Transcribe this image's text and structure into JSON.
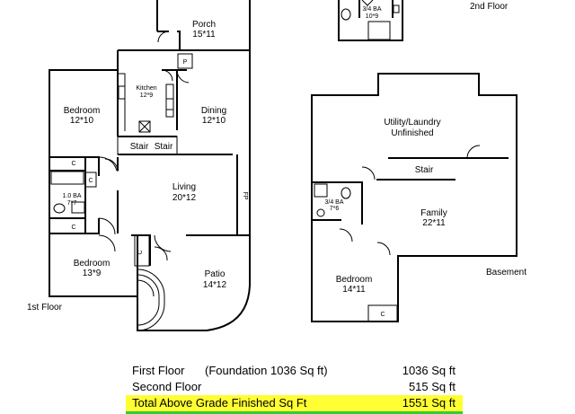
{
  "first_floor": {
    "label": "1st Floor",
    "rooms": {
      "porch": {
        "name": "Porch",
        "dim": "15*11"
      },
      "bedroom1": {
        "name": "Bedroom",
        "dim": "12*10"
      },
      "kitchen": {
        "name": "Kitchen",
        "dim": "12*9"
      },
      "dining": {
        "name": "Dining",
        "dim": "12*10"
      },
      "stair1": "Stair",
      "stair2": "Stair",
      "bath": {
        "name": "1.0 BA",
        "dim": "7*7"
      },
      "living": {
        "name": "Living",
        "dim": "20*12"
      },
      "fireplace": "FP",
      "bedroom2": {
        "name": "Bedroom",
        "dim": "13*9"
      },
      "patio": {
        "name": "Patio",
        "dim": "14*12"
      },
      "closet": "C",
      "pantry": "P"
    }
  },
  "second_floor": {
    "label": "2nd Floor",
    "bath": {
      "name": "3/4 BA",
      "dim": "10*9"
    }
  },
  "basement": {
    "label": "Basement",
    "rooms": {
      "utility": {
        "name": "Utility/Laundry",
        "sub": "Unfinished"
      },
      "stair": "Stair",
      "bath": {
        "name": "3/4 BA",
        "dim": "7*6"
      },
      "family": {
        "name": "Family",
        "dim": "22*11"
      },
      "bedroom": {
        "name": "Bedroom",
        "dim": "14*11"
      },
      "closet": "C"
    }
  },
  "totals": {
    "first_floor": {
      "label": "First Floor",
      "note": "(Foundation 1036 Sq ft)",
      "value": "1036 Sq ft"
    },
    "second_floor": {
      "label": "Second Floor",
      "value": "515 Sq ft"
    },
    "total": {
      "label": "Total Above Grade Finished Sq Ft",
      "value": "1551 Sq ft"
    }
  },
  "colors": {
    "highlight": "#ffff33",
    "accent_bar": "#33cc33"
  }
}
